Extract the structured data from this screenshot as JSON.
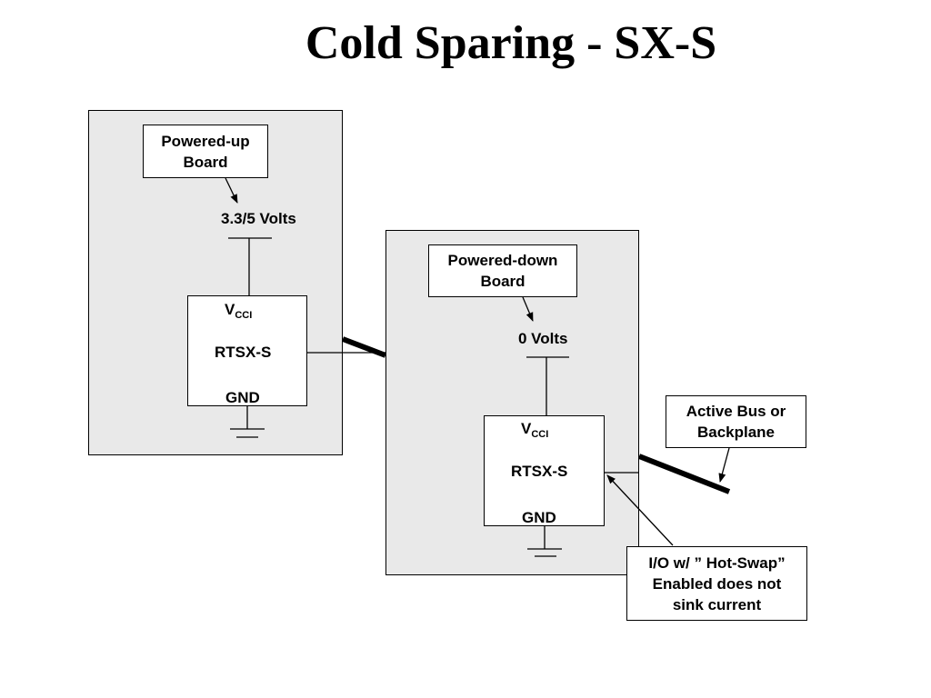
{
  "title": "Cold Sparing - SX-S",
  "left_board": {
    "label_line1": "Powered-up",
    "label_line2": "Board",
    "voltage": "3.3/5 Volts",
    "chip": {
      "vcc": "V",
      "vcc_sub": "CCI",
      "name": "RTSX-S",
      "gnd": "GND"
    }
  },
  "right_board": {
    "label_line1": "Powered-down",
    "label_line2": "Board",
    "voltage": "0 Volts",
    "chip": {
      "vcc": "V",
      "vcc_sub": "CCI",
      "name": "RTSX-S",
      "gnd": "GND"
    }
  },
  "bus_label": {
    "line1": "Active Bus or",
    "line2": "Backplane"
  },
  "io_label": {
    "line1": "I/O w/ ” Hot-Swap”",
    "line2": "Enabled does not",
    "line3": "sink current"
  }
}
